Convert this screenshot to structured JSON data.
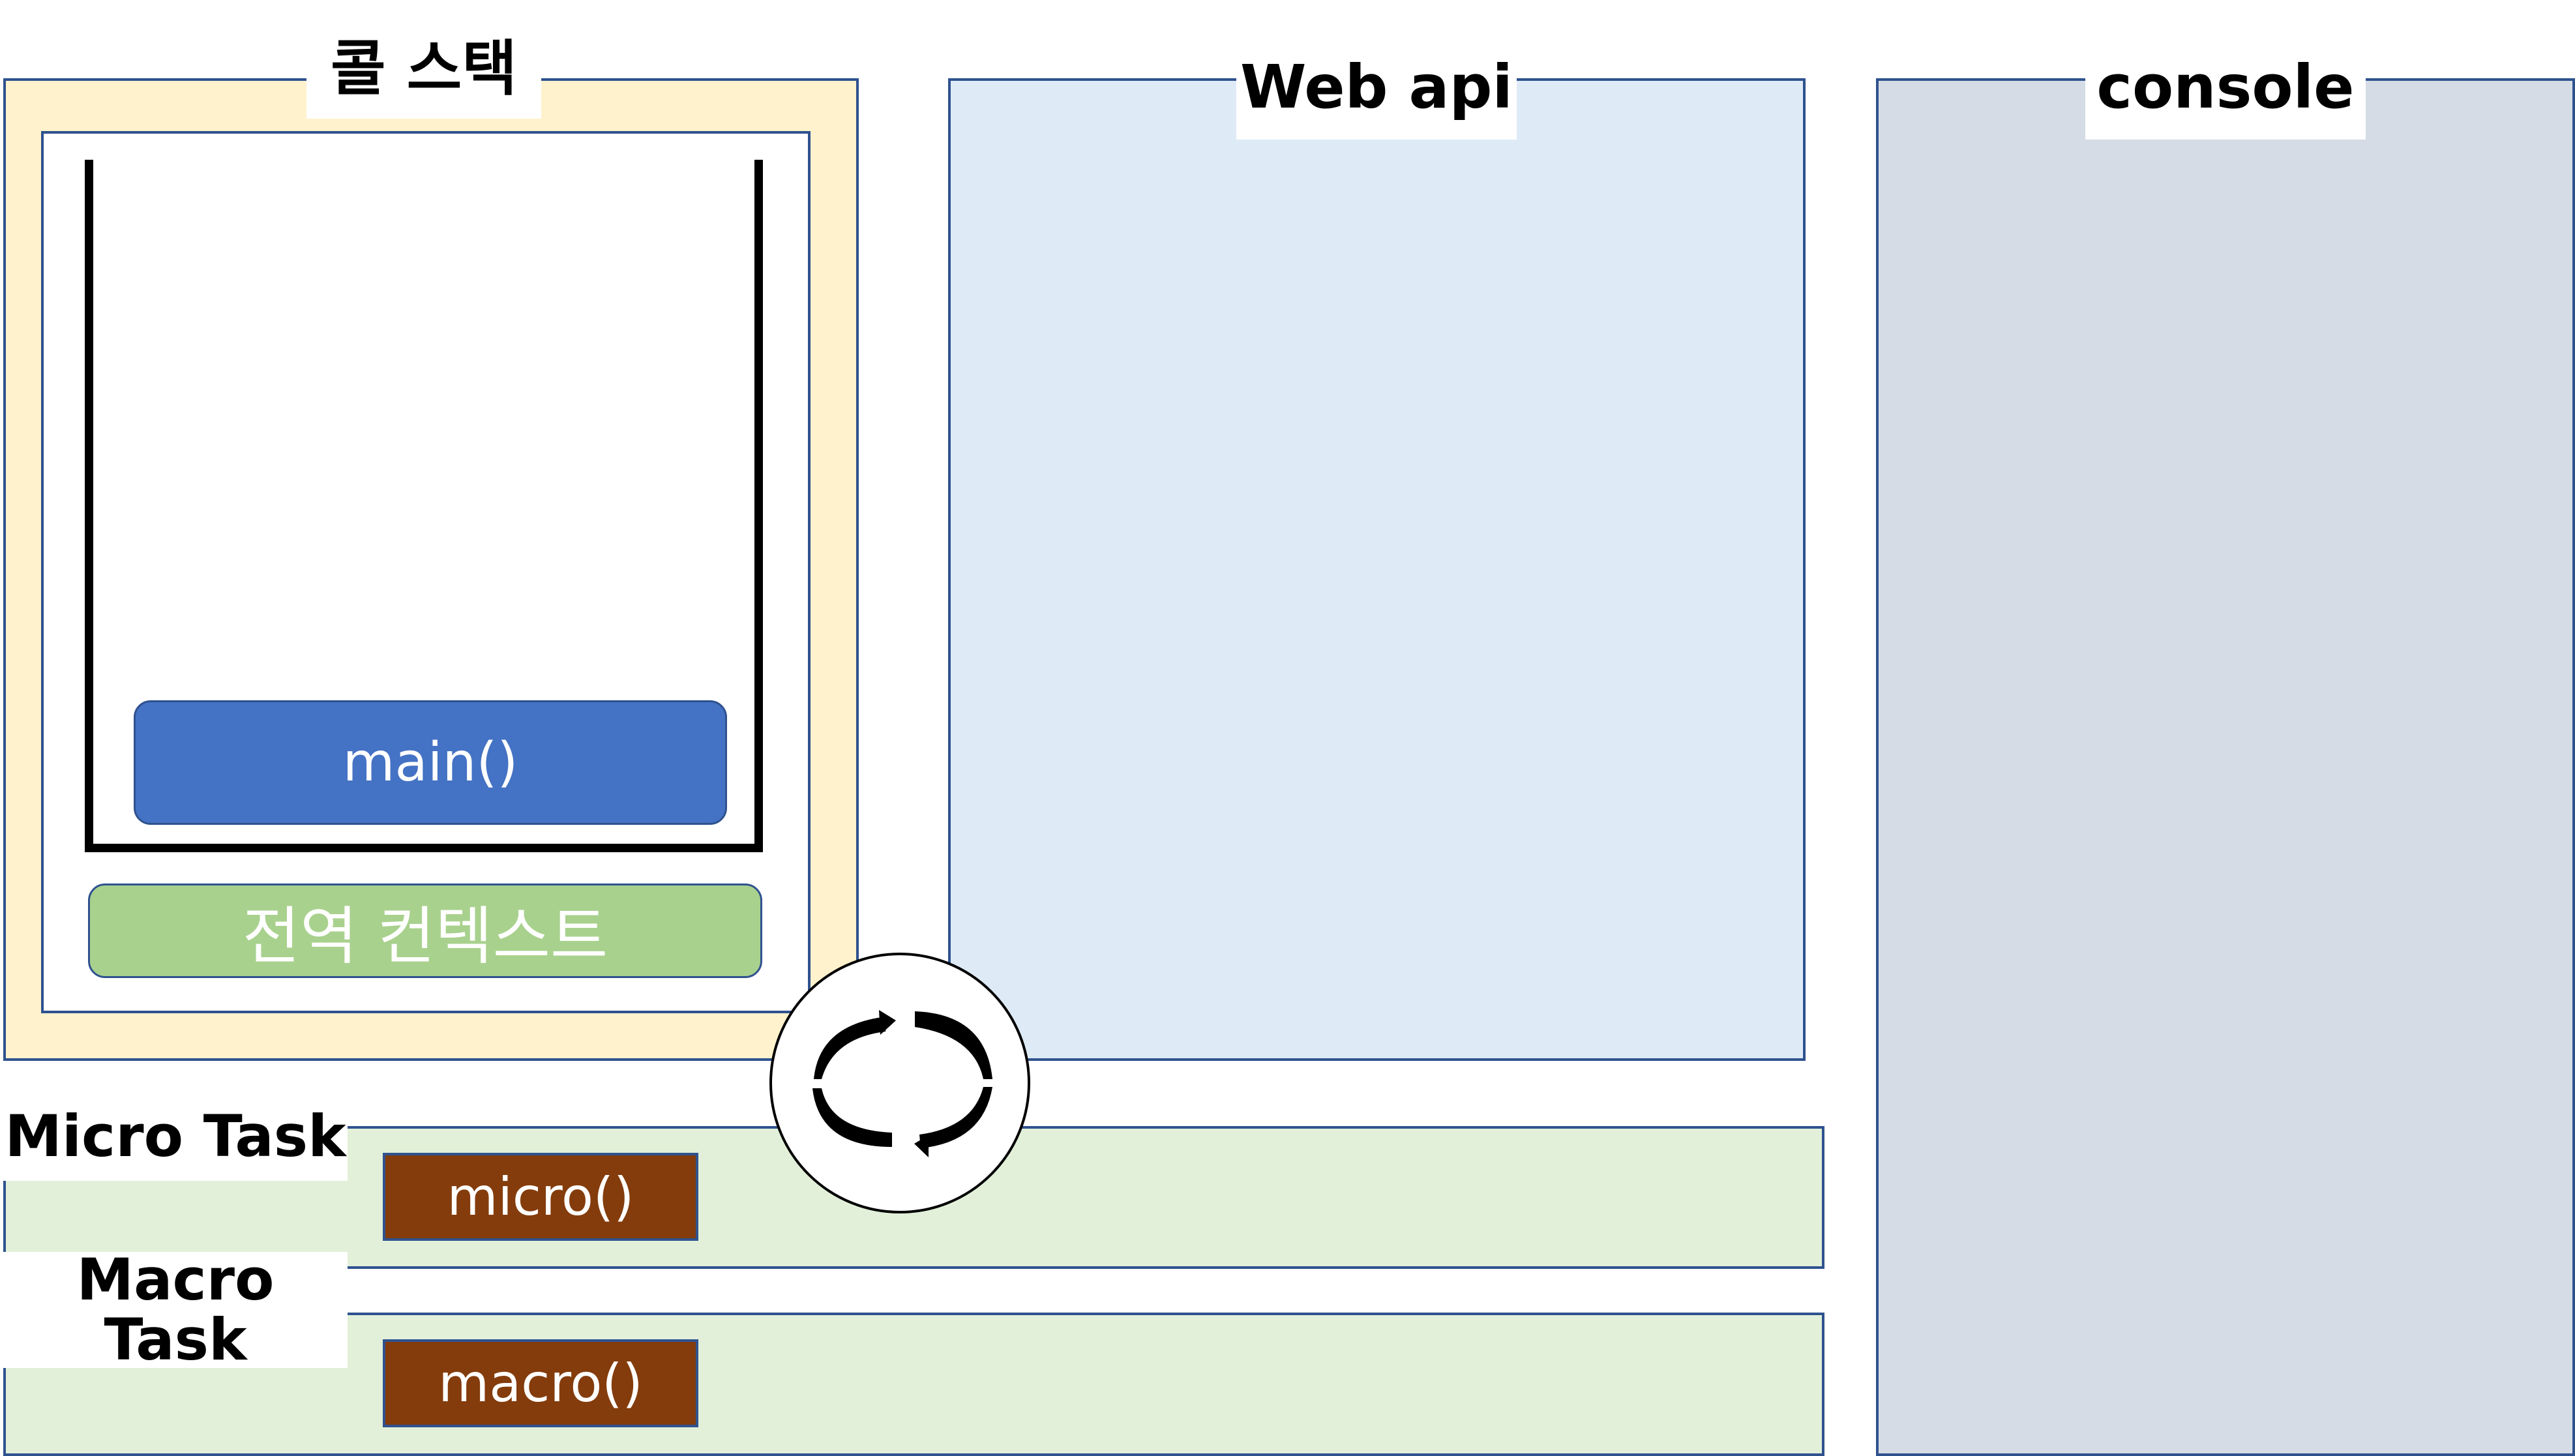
{
  "call_stack": {
    "title": "콜 스택",
    "frames": [
      "main()"
    ],
    "global_context": "전역 컨텍스트"
  },
  "web_api": {
    "title": "Web api"
  },
  "console": {
    "title": "console"
  },
  "micro_task": {
    "title": "Micro Task",
    "items": [
      "micro()"
    ]
  },
  "macro_task": {
    "title_line1": "Macro",
    "title_line2": "Task",
    "items": [
      "macro()"
    ]
  },
  "event_loop": {
    "icon": "event-loop-cycle-icon"
  },
  "colors": {
    "call_stack_bg": "#fff2cc",
    "web_api_bg": "#deebf7",
    "console_bg": "#d6dce5",
    "task_queue_bg": "#e2f0d9",
    "border": "#2f528f",
    "frame_blue": "#4472c4",
    "global_green": "#a9d18e",
    "task_brown": "#843c0c"
  }
}
